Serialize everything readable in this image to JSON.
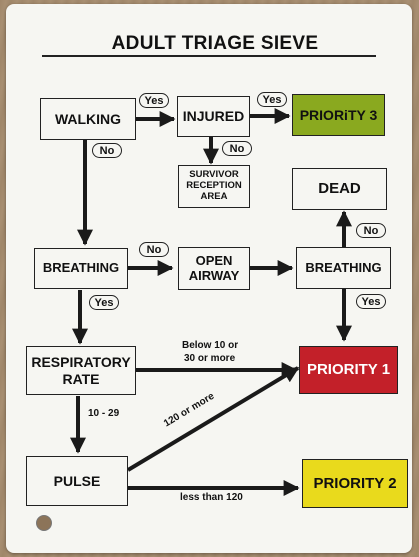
{
  "title": "ADULT TRIAGE SIEVE",
  "boxes": {
    "walking": "WALKING",
    "injured": "INJURED",
    "priority3": "PRIORiTY 3",
    "survivor": "SURVIVOR RECEPTION AREA",
    "dead": "DEAD",
    "breathing1": "BREATHING",
    "open_airway": "OPEN AIRWAY",
    "breathing2": "BREATHING",
    "resp_rate": "RESPIRATORY RATE",
    "priority1": "PRIORITY 1",
    "pulse": "PULSE",
    "priority2": "PRIORITY 2"
  },
  "decisions": {
    "walking_yes": "Yes",
    "walking_no": "No",
    "injured_yes": "Yes",
    "injured_no": "No",
    "breathing1_no": "No",
    "breathing1_yes": "Yes",
    "breathing2_no": "No",
    "breathing2_yes": "Yes"
  },
  "edge_labels": {
    "rr_abnormal_line1": "Below 10 or",
    "rr_abnormal_line2": "30 or more",
    "rr_normal": "10 - 29",
    "pulse_high": "120 or more",
    "pulse_low": "less than 120"
  },
  "colors": {
    "priority1": "#c32029",
    "priority2": "#e9da1c",
    "priority3": "#8aa91f"
  }
}
